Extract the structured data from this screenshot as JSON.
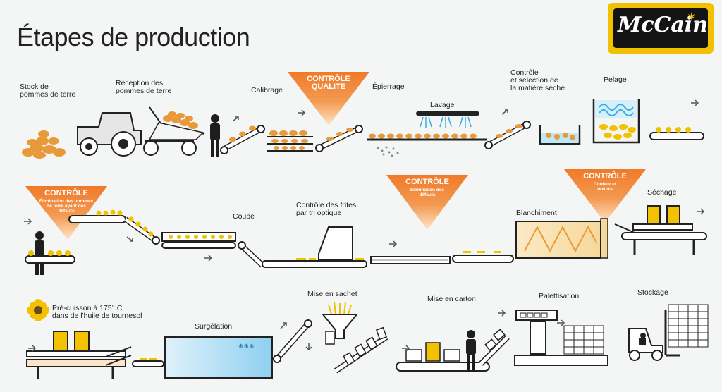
{
  "title": "Étapes de production",
  "brand": "McCain",
  "colors": {
    "orange": "#f07a28",
    "yellow": "#f2c200",
    "potato": "#e89a3a",
    "dark": "#1e1e1e",
    "blue": "#3aaee0"
  },
  "row1": {
    "stock": "Stock de\npommes de terre",
    "reception": "Réception des\npommes de terre",
    "calibrage": "Calibrage",
    "controle_qualite": "CONTRÔLE\nQUALITÉ",
    "epierrage": "Épierrage",
    "lavage": "Lavage",
    "selection": "Contrôle\net sélection de\nla matière sèche",
    "pelage": "Pelage"
  },
  "row2": {
    "controle1_title": "CONTRÔLE",
    "controle1_sub": "Élimination des pommes\nde terre ayant des\ndéfauts",
    "coupe": "Coupe",
    "tri_optique": "Contrôle des frites\npar tri optique",
    "controle2_title": "CONTRÔLE",
    "controle2_sub": "Élimination des\ndéfauts",
    "blanchiment": "Blanchiment",
    "controle3_title": "CONTRÔLE",
    "controle3_sub": "Couleur et\ntexture",
    "sechage": "Séchage"
  },
  "row3": {
    "precuisson": "Pré-cuisson à 175° C\ndans de l'huile de tournesol",
    "surgelation": "Surgélation",
    "sachet": "Mise en sachet",
    "carton": "Mise en carton",
    "palettisation": "Palettisation",
    "stockage": "Stockage"
  },
  "icons": [
    "potato-pile-icon",
    "tractor-icon",
    "trailer-icon",
    "worker-icon",
    "conveyor-icon",
    "sprinkler-icon",
    "water-tank-icon",
    "peeler-icon",
    "optical-sorter-icon",
    "blancher-icon",
    "fryer-icon",
    "freezer-tunnel-icon",
    "bagging-funnel-icon",
    "carton-icon",
    "pallet-icon",
    "forklift-icon",
    "sunflower-icon"
  ]
}
